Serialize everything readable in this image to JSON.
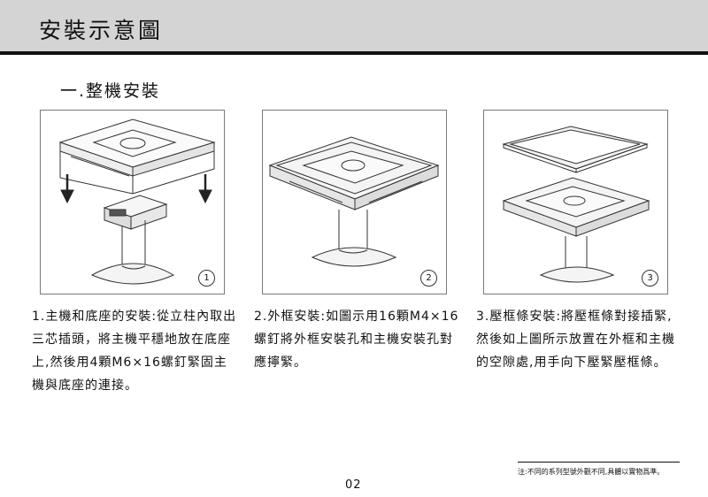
{
  "header": {
    "title": "安裝示意圖"
  },
  "section": {
    "title": "一.整機安裝"
  },
  "steps": [
    {
      "num": "1",
      "text": "1.主機和底座的安裝:從立柱內取出三芯插頭，將主機平穩地放在底座上,然後用4顆M6×16螺釘緊固主機與底座的連接。"
    },
    {
      "num": "2",
      "text": "2.外框安裝:如圖示用16顆M4×16螺釘將外框安裝孔和主機安裝孔對應擰緊。"
    },
    {
      "num": "3",
      "text": "3.壓框條安裝:將壓框條對接插緊,然後如上圖所示放置在外框和主機的空隙處,用手向下壓緊壓框條。"
    }
  ],
  "footer": {
    "note": "注:不同的系列型號外觀不同,具體以實物爲準。",
    "page": "02"
  }
}
